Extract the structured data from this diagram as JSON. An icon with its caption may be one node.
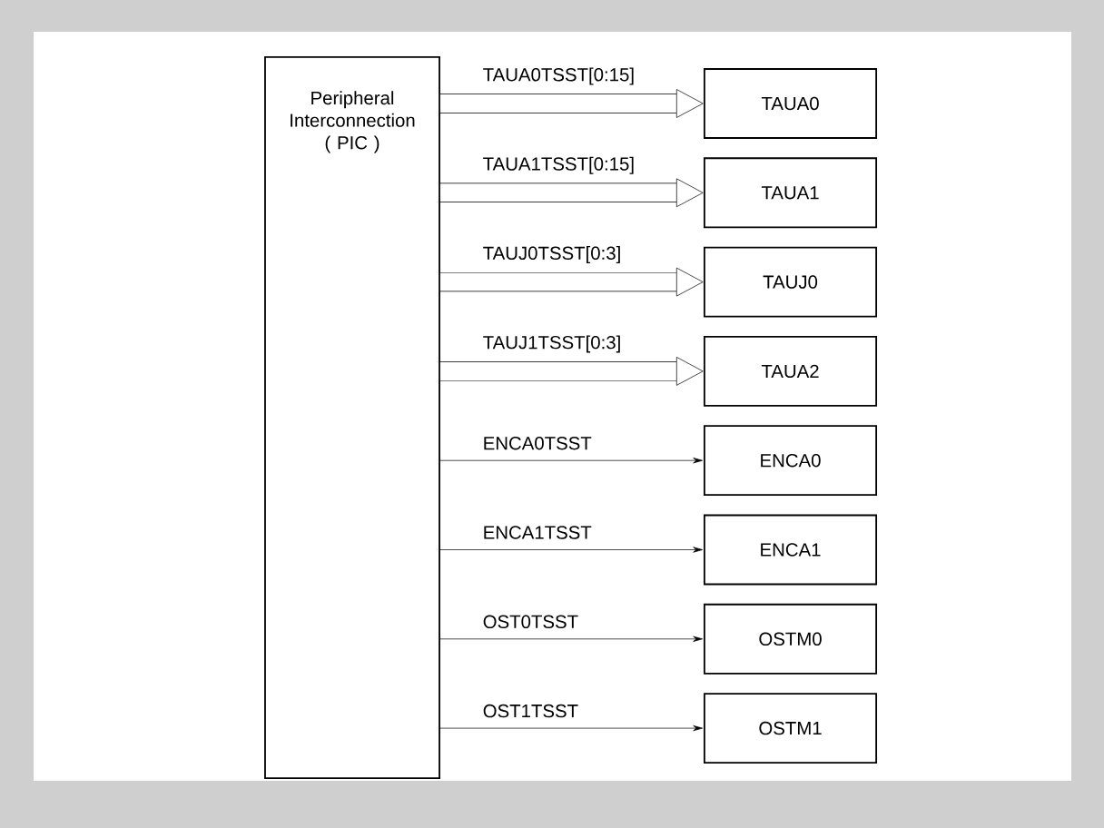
{
  "diagram": {
    "nodes": [
      {
        "text": [
          "Peripheral Interconnection ( PIC )"
        ]
      },
      {
        "text": [
          "TAUA0"
        ]
      },
      {
        "text": [
          "TAUA1"
        ]
      },
      {
        "text": [
          "TAUJ0"
        ]
      },
      {
        "text": [
          "TAUA2"
        ]
      },
      {
        "text": [
          "ENCA0"
        ]
      },
      {
        "text": [
          "ENCA1"
        ]
      },
      {
        "text": [
          "OSTM0"
        ]
      },
      {
        "text": [
          "OSTM1"
        ]
      }
    ],
    "edges": [
      {
        "from": 0,
        "to": 1,
        "arrow": "to",
        "label": "TAUA0TSST[0:15]",
        "style": "thick"
      },
      {
        "from": 0,
        "to": 2,
        "arrow": "to",
        "label": "TAUA1TSST[0:15]",
        "style": "thick"
      },
      {
        "from": 0,
        "to": 3,
        "arrow": "to",
        "label": "TAUJ0TSST[0:3]",
        "style": "thick"
      },
      {
        "from": 0,
        "to": 4,
        "arrow": "to",
        "label": "TAUJ1TSST[0:3]",
        "style": "thick"
      },
      {
        "from": 0,
        "to": 5,
        "arrow": "to",
        "label": "ENCA0TSST"
      },
      {
        "from": 0,
        "to": 6,
        "arrow": "to",
        "label": "ENCA1TSST"
      },
      {
        "from": 0,
        "to": 7,
        "arrow": "to",
        "label": "OST0TSST"
      },
      {
        "from": 0,
        "to": 8,
        "arrow": "to",
        "label": "OST1TSST"
      }
    ]
  }
}
